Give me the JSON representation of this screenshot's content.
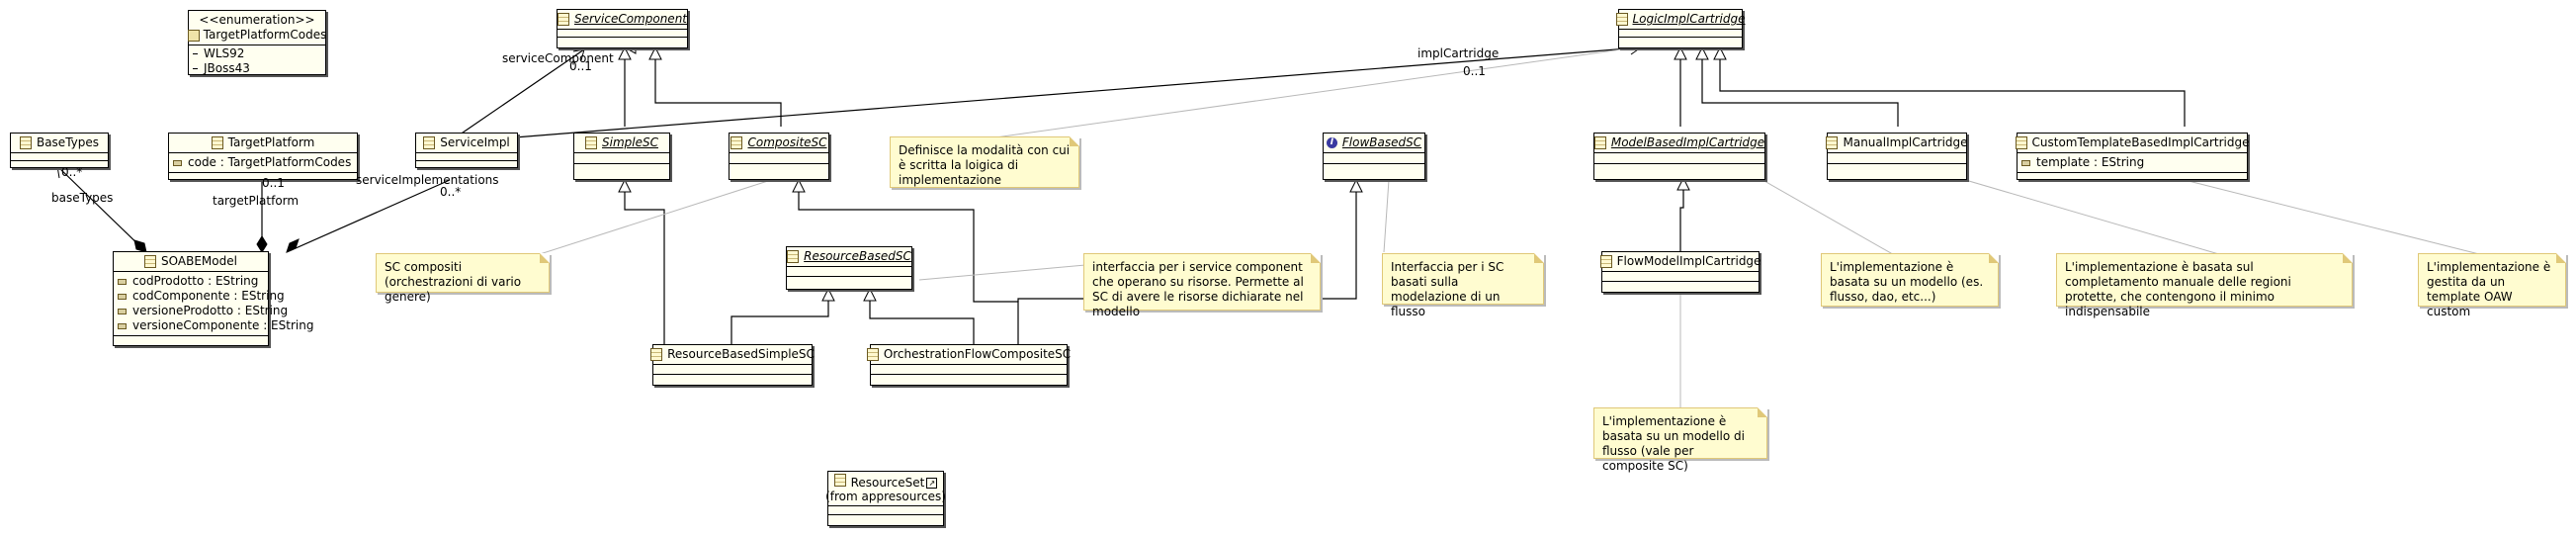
{
  "enum_target": {
    "stereotype": "<<enumeration>>",
    "name": "TargetPlatformCodes",
    "literals": [
      "WLS92",
      "JBoss43"
    ]
  },
  "classes": {
    "service_component": "ServiceComponent",
    "logic_impl_cartridge": "LogicImplCartridge",
    "base_types": "BaseTypes",
    "target_platform": "TargetPlatform",
    "target_platform_attr": "code : TargetPlatformCodes",
    "service_impl": "ServiceImpl",
    "simple_sc": "SimpleSC",
    "composite_sc": "CompositeSC",
    "flow_based_sc": "FlowBasedSC",
    "model_based_impl": "ModelBasedImplCartridge",
    "manual_impl": "ManualImplCartridge",
    "custom_template_impl": "CustomTemplateBasedImplCartridge",
    "custom_template_attr": "template : EString",
    "soabe_model": "SOABEModel",
    "soabe_attrs": [
      "codProdotto : EString",
      "codComponente : EString",
      "versioneProdotto : EString",
      "versioneComponente : EString"
    ],
    "resource_based_sc": "ResourceBasedSC",
    "flow_model_impl": "FlowModelImplCartridge",
    "resource_based_simple": "ResourceBasedSimpleSC",
    "orchestration_flow": "OrchestrationFlowCompositeSC",
    "resource_set": "ResourceSet",
    "resource_set_from": "(from appresources)"
  },
  "notes": {
    "logica": "Definisce la modalità con cui è scritta la loigica di implementazione",
    "sc_compositi": "SC compositi (orchestrazioni di vario genere)",
    "interfaccia_risorse": "interfaccia per i service component che operano su risorse. Permette al SC di avere le risorse dichiarate nel modello",
    "interfaccia_flusso": "Interfaccia per i SC basati sulla modelazione di un flusso",
    "impl_modello": "L'implementazione è basata su un modello (es. flusso, dao, etc...)",
    "impl_manuale": "L'implementazione è basata sul completamento manuale delle regioni protette, che contengono il minimo indispensabile",
    "impl_oaw": "L'implementazione è gestita da un template OAW custom",
    "impl_flusso": "L'implementazione è basata su un modello di flusso (vale per composite SC)"
  },
  "labels": {
    "service_component_role": "serviceComponent",
    "service_component_mult": "0..1",
    "impl_cartridge_role": "implCartridge",
    "impl_cartridge_mult": "0..1",
    "base_types_role": "baseTypes",
    "base_types_mult": "0..*",
    "target_platform_role": "targetPlatform",
    "target_platform_mult": "0..1",
    "service_impls_role": "serviceImplementations",
    "service_impls_mult": "0..*"
  },
  "colors": {
    "class_fill": "#fffff0",
    "note_fill": "#fffcd0",
    "note_border": "#e0c878",
    "interface_icon": "#3a3aa0"
  }
}
